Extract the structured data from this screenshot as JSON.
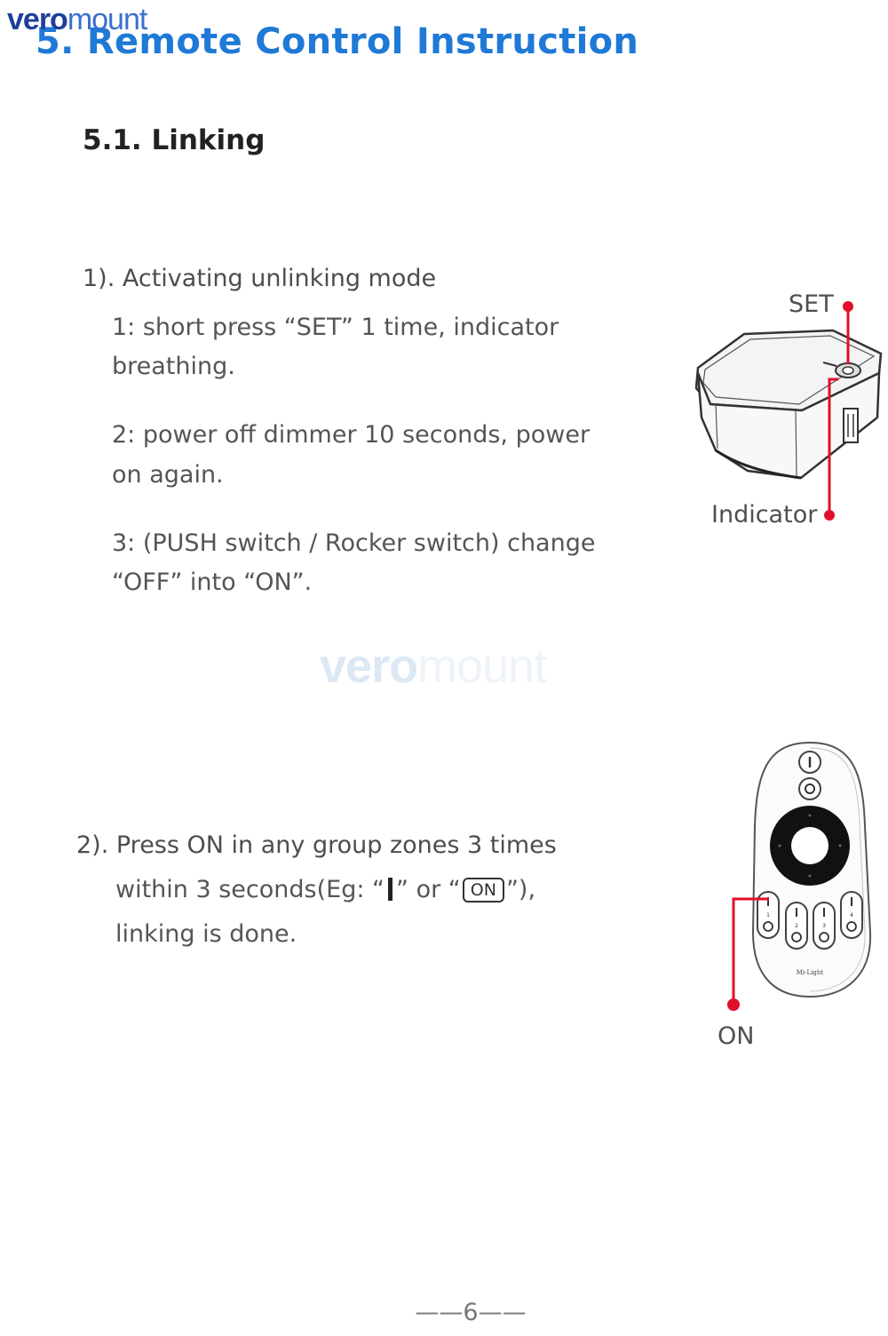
{
  "brand": {
    "part1": "vero",
    "part2": "mount"
  },
  "page_title": "5. Remote Control Instruction",
  "section_title": "5.1. Linking",
  "step1": {
    "heading": "1). Activating unlinking mode",
    "lines": [
      "1: short press “SET” 1 time, indicator",
      "breathing.",
      "2: power off dimmer 10 seconds, power",
      "on again.",
      "3: (PUSH switch / Rocker switch) change",
      "“OFF” into “ON”."
    ],
    "diagram_labels": {
      "set": "SET",
      "indicator": "Indicator"
    }
  },
  "step2": {
    "heading": "2). Press ON in any group zones 3 times",
    "line2_pre": "within 3 seconds(Eg: “",
    "line2_mid": "” or “",
    "line2_on": "ON",
    "line2_post": "”),",
    "line3": "linking is done.",
    "diagram_labels": {
      "on": "ON",
      "remote_brand": "Mi-Light",
      "zone_numbers": [
        "1",
        "2",
        "3",
        "4"
      ]
    }
  },
  "watermark": {
    "part1": "vero",
    "part2": "mount"
  },
  "page_number": "——6——",
  "colors": {
    "title_blue": "#1f79d6",
    "callout_red": "#e0102a",
    "logo_dark_blue": "#1f3f9a"
  }
}
